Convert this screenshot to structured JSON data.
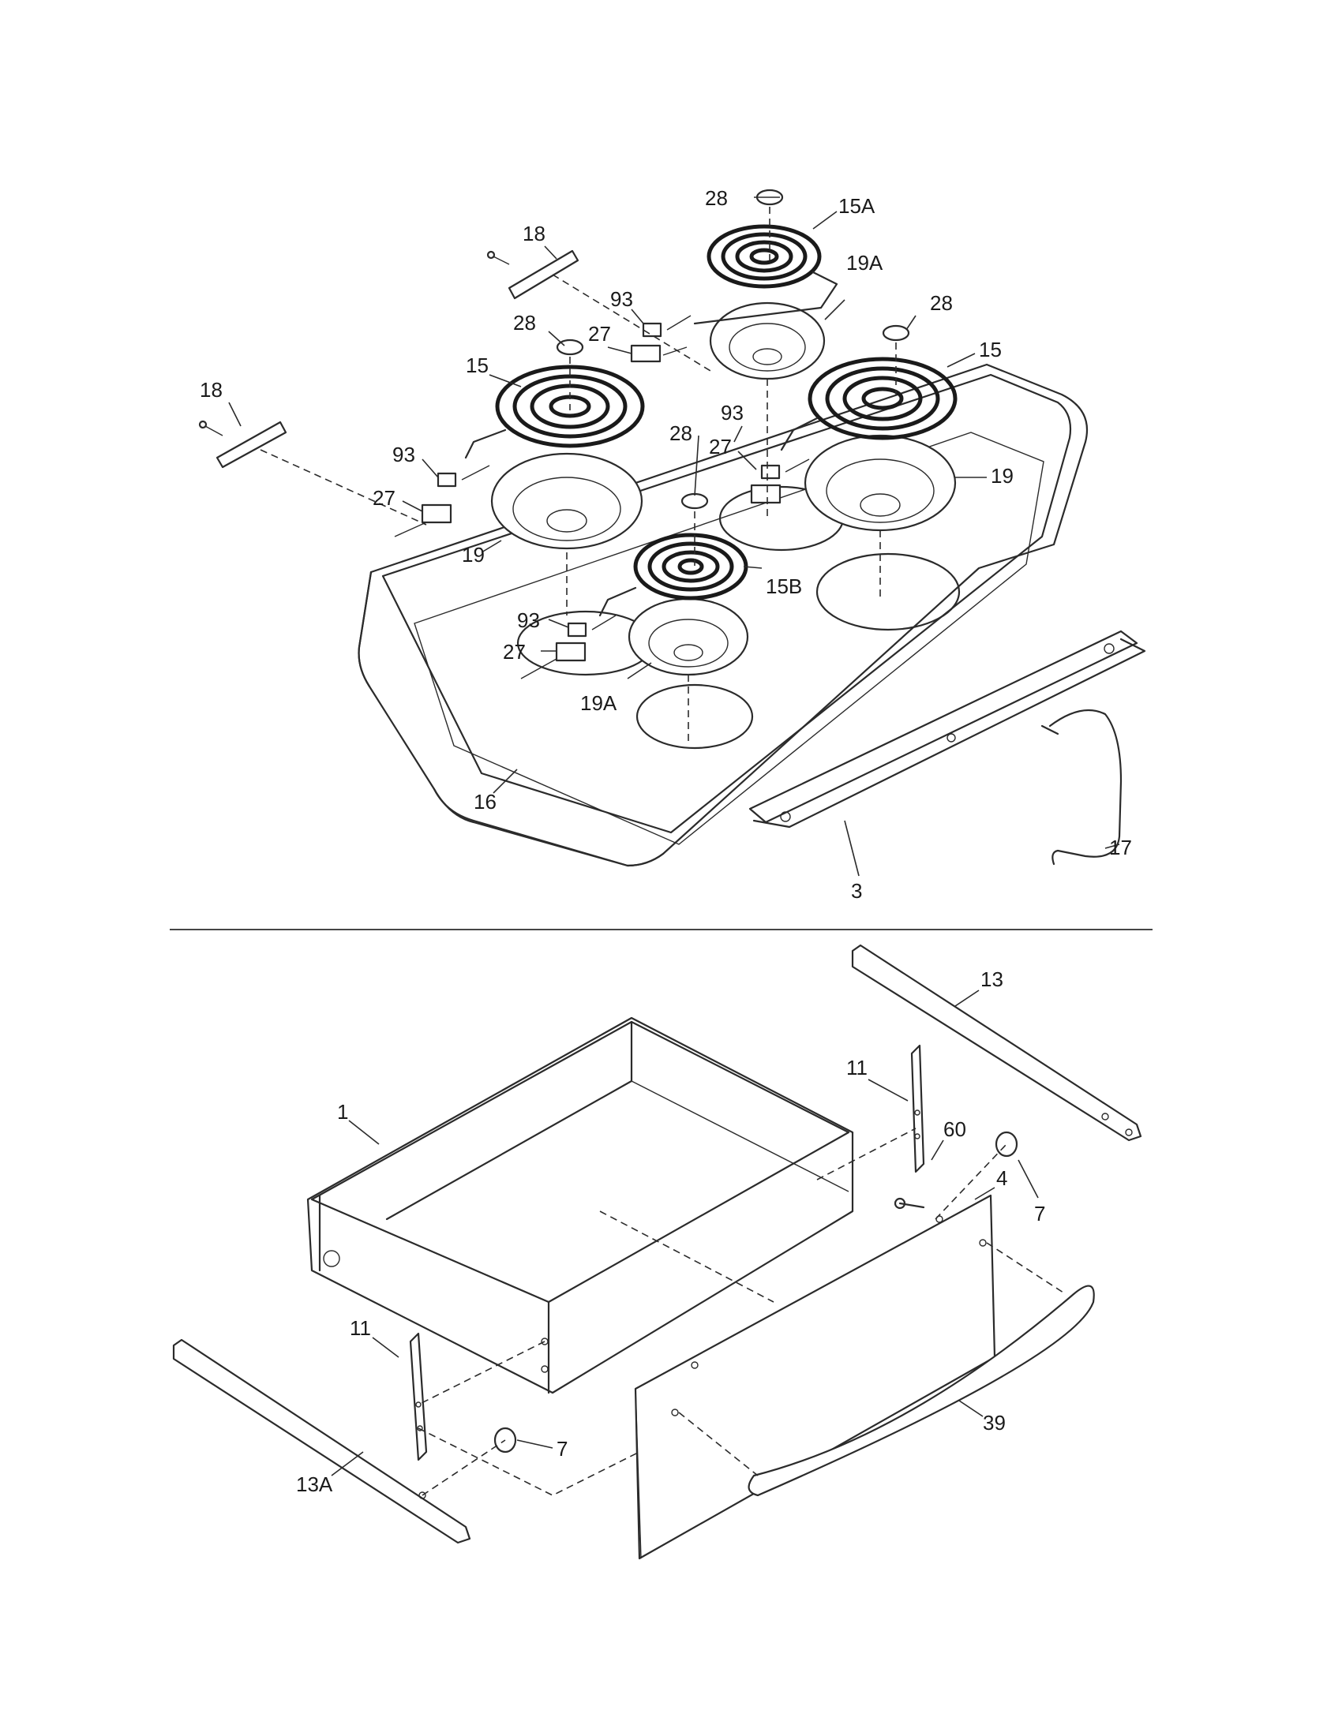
{
  "colors": {
    "line": "#2b2b2b",
    "background": "#ffffff"
  },
  "callouts": {
    "c28a": "28",
    "c15A": "15A",
    "c18a": "18",
    "c93a": "93",
    "c19A_top": "19A",
    "c28b": "28",
    "c28c": "28",
    "c27a": "27",
    "c15_left": "15",
    "c15_right": "15",
    "c18b": "18",
    "c93b": "93",
    "c28d": "28",
    "c27b": "27",
    "c93c": "93",
    "c27c": "27",
    "c19_left": "19",
    "c19_right": "19",
    "c15B": "15B",
    "c93d": "93",
    "c27d": "27",
    "c19A_bottom": "19A",
    "c16": "16",
    "c17": "17",
    "c3": "3",
    "c13": "13",
    "c11_top": "11",
    "c1": "1",
    "c60": "60",
    "c4": "4",
    "c7_right": "7",
    "c11_bottom": "11",
    "c7_bottom": "7",
    "c39": "39",
    "c13A": "13A"
  }
}
